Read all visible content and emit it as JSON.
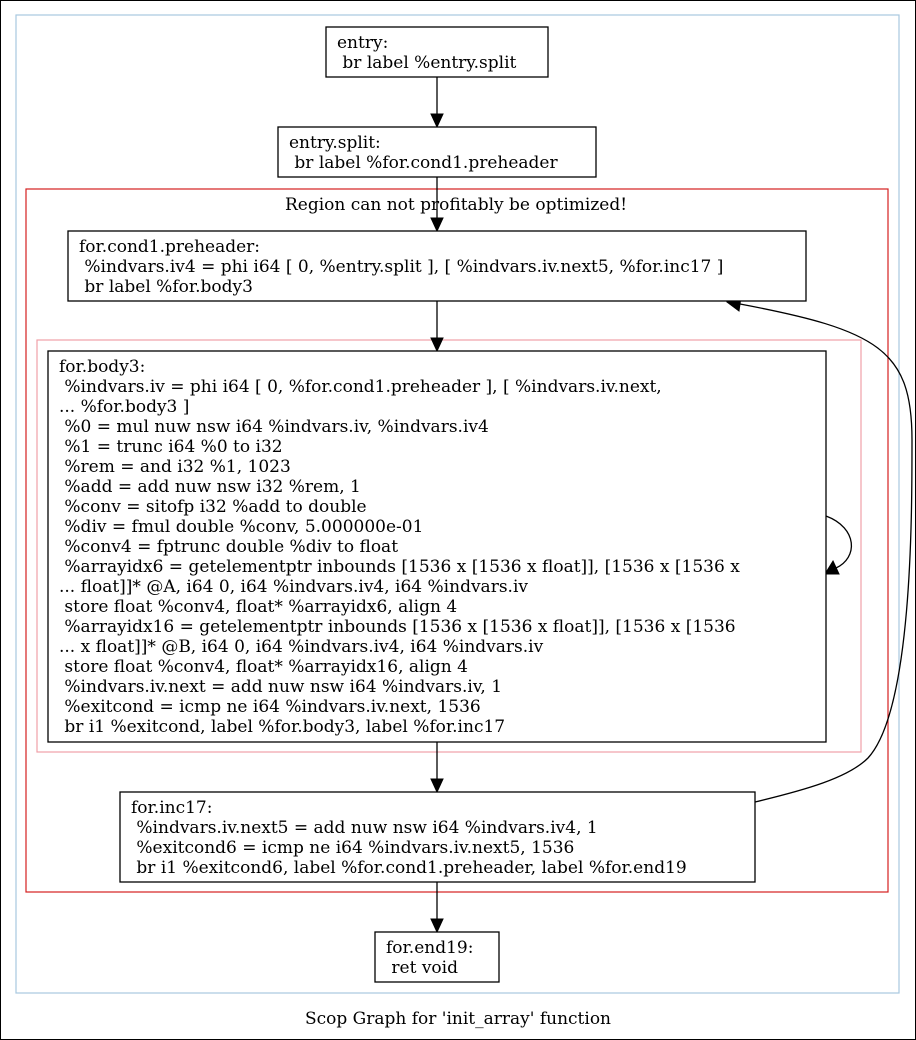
{
  "graph_title": "Scop Graph for 'init_array' function",
  "colors": {
    "outer_cluster": "#a8c8e0",
    "region_cluster": "#d42020",
    "inner_cluster": "#f0a0a8"
  },
  "region_label": "Region can not profitably be optimized!",
  "nodes": {
    "entry": {
      "lines": [
        "entry:",
        " br label %entry.split"
      ]
    },
    "entry_split": {
      "lines": [
        "entry.split:",
        " br label %for.cond1.preheader"
      ]
    },
    "for_cond1_preheader": {
      "lines": [
        "for.cond1.preheader:",
        " %indvars.iv4 = phi i64 [ 0, %entry.split ], [ %indvars.iv.next5, %for.inc17 ]",
        " br label %for.body3"
      ]
    },
    "for_body3": {
      "lines": [
        "for.body3:",
        " %indvars.iv = phi i64 [ 0, %for.cond1.preheader ], [ %indvars.iv.next,",
        "... %for.body3 ]",
        " %0 = mul nuw nsw i64 %indvars.iv, %indvars.iv4",
        " %1 = trunc i64 %0 to i32",
        " %rem = and i32 %1, 1023",
        " %add = add nuw nsw i32 %rem, 1",
        " %conv = sitofp i32 %add to double",
        " %div = fmul double %conv, 5.000000e-01",
        " %conv4 = fptrunc double %div to float",
        " %arrayidx6 = getelementptr inbounds [1536 x [1536 x float]], [1536 x [1536 x",
        "... float]]* @A, i64 0, i64 %indvars.iv4, i64 %indvars.iv",
        " store float %conv4, float* %arrayidx6, align 4",
        " %arrayidx16 = getelementptr inbounds [1536 x [1536 x float]], [1536 x [1536",
        "... x float]]* @B, i64 0, i64 %indvars.iv4, i64 %indvars.iv",
        " store float %conv4, float* %arrayidx16, align 4",
        " %indvars.iv.next = add nuw nsw i64 %indvars.iv, 1",
        " %exitcond = icmp ne i64 %indvars.iv.next, 1536",
        " br i1 %exitcond, label %for.body3, label %for.inc17"
      ]
    },
    "for_inc17": {
      "lines": [
        "for.inc17:",
        " %indvars.iv.next5 = add nuw nsw i64 %indvars.iv4, 1",
        " %exitcond6 = icmp ne i64 %indvars.iv.next5, 1536",
        " br i1 %exitcond6, label %for.cond1.preheader, label %for.end19"
      ]
    },
    "for_end19": {
      "lines": [
        "for.end19:",
        " ret void"
      ]
    }
  }
}
